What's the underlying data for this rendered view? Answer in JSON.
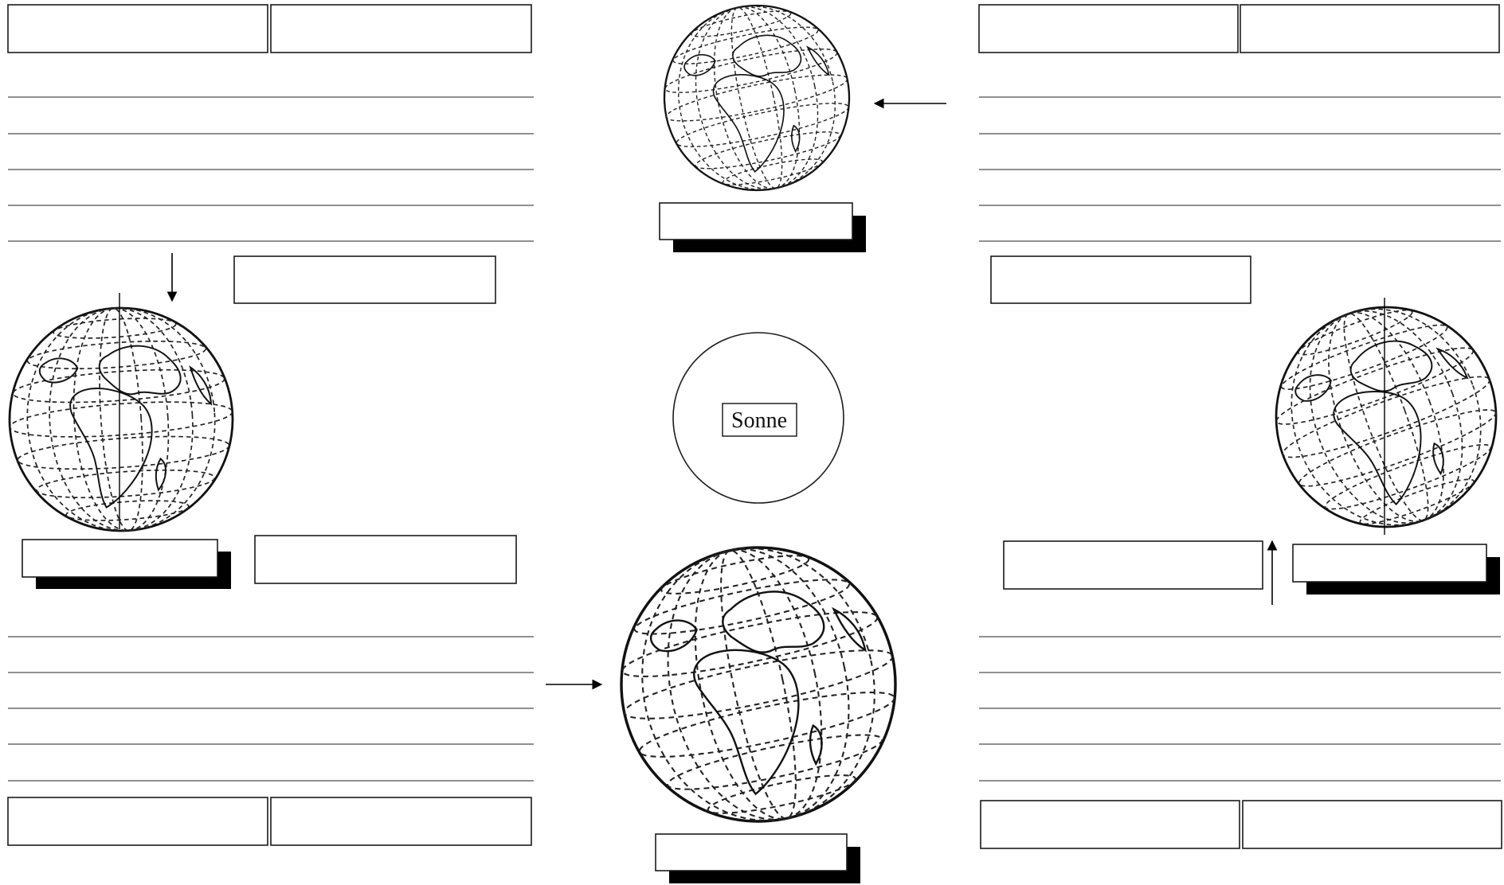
{
  "diagram": {
    "sun": {
      "label": "Sonne"
    },
    "answer_fields": {
      "top_left": [
        "",
        ""
      ],
      "top_right": [
        "",
        ""
      ],
      "bottom_left": [
        "",
        ""
      ],
      "bottom_right": [
        "",
        ""
      ]
    },
    "globes": [
      {
        "position": "top",
        "has_axis": false
      },
      {
        "position": "left",
        "has_axis": true
      },
      {
        "position": "bottom",
        "has_axis": false
      },
      {
        "position": "right",
        "has_axis": true
      }
    ]
  }
}
